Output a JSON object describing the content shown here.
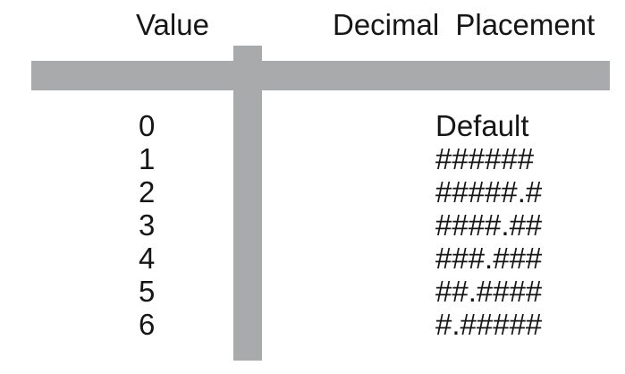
{
  "table": {
    "headers": {
      "value": "Value",
      "placement": "Decimal Placement"
    },
    "rows": [
      {
        "value": "0",
        "placement": "Default"
      },
      {
        "value": "1",
        "placement": "######"
      },
      {
        "value": "2",
        "placement": "#####.#"
      },
      {
        "value": "3",
        "placement": "####.##"
      },
      {
        "value": "4",
        "placement": "###.###"
      },
      {
        "value": "5",
        "placement": "##.####"
      },
      {
        "value": "6",
        "placement": "#.#####"
      }
    ]
  },
  "colors": {
    "background": "#ffffff",
    "divider": "#a9aaac",
    "text": "#161616"
  }
}
